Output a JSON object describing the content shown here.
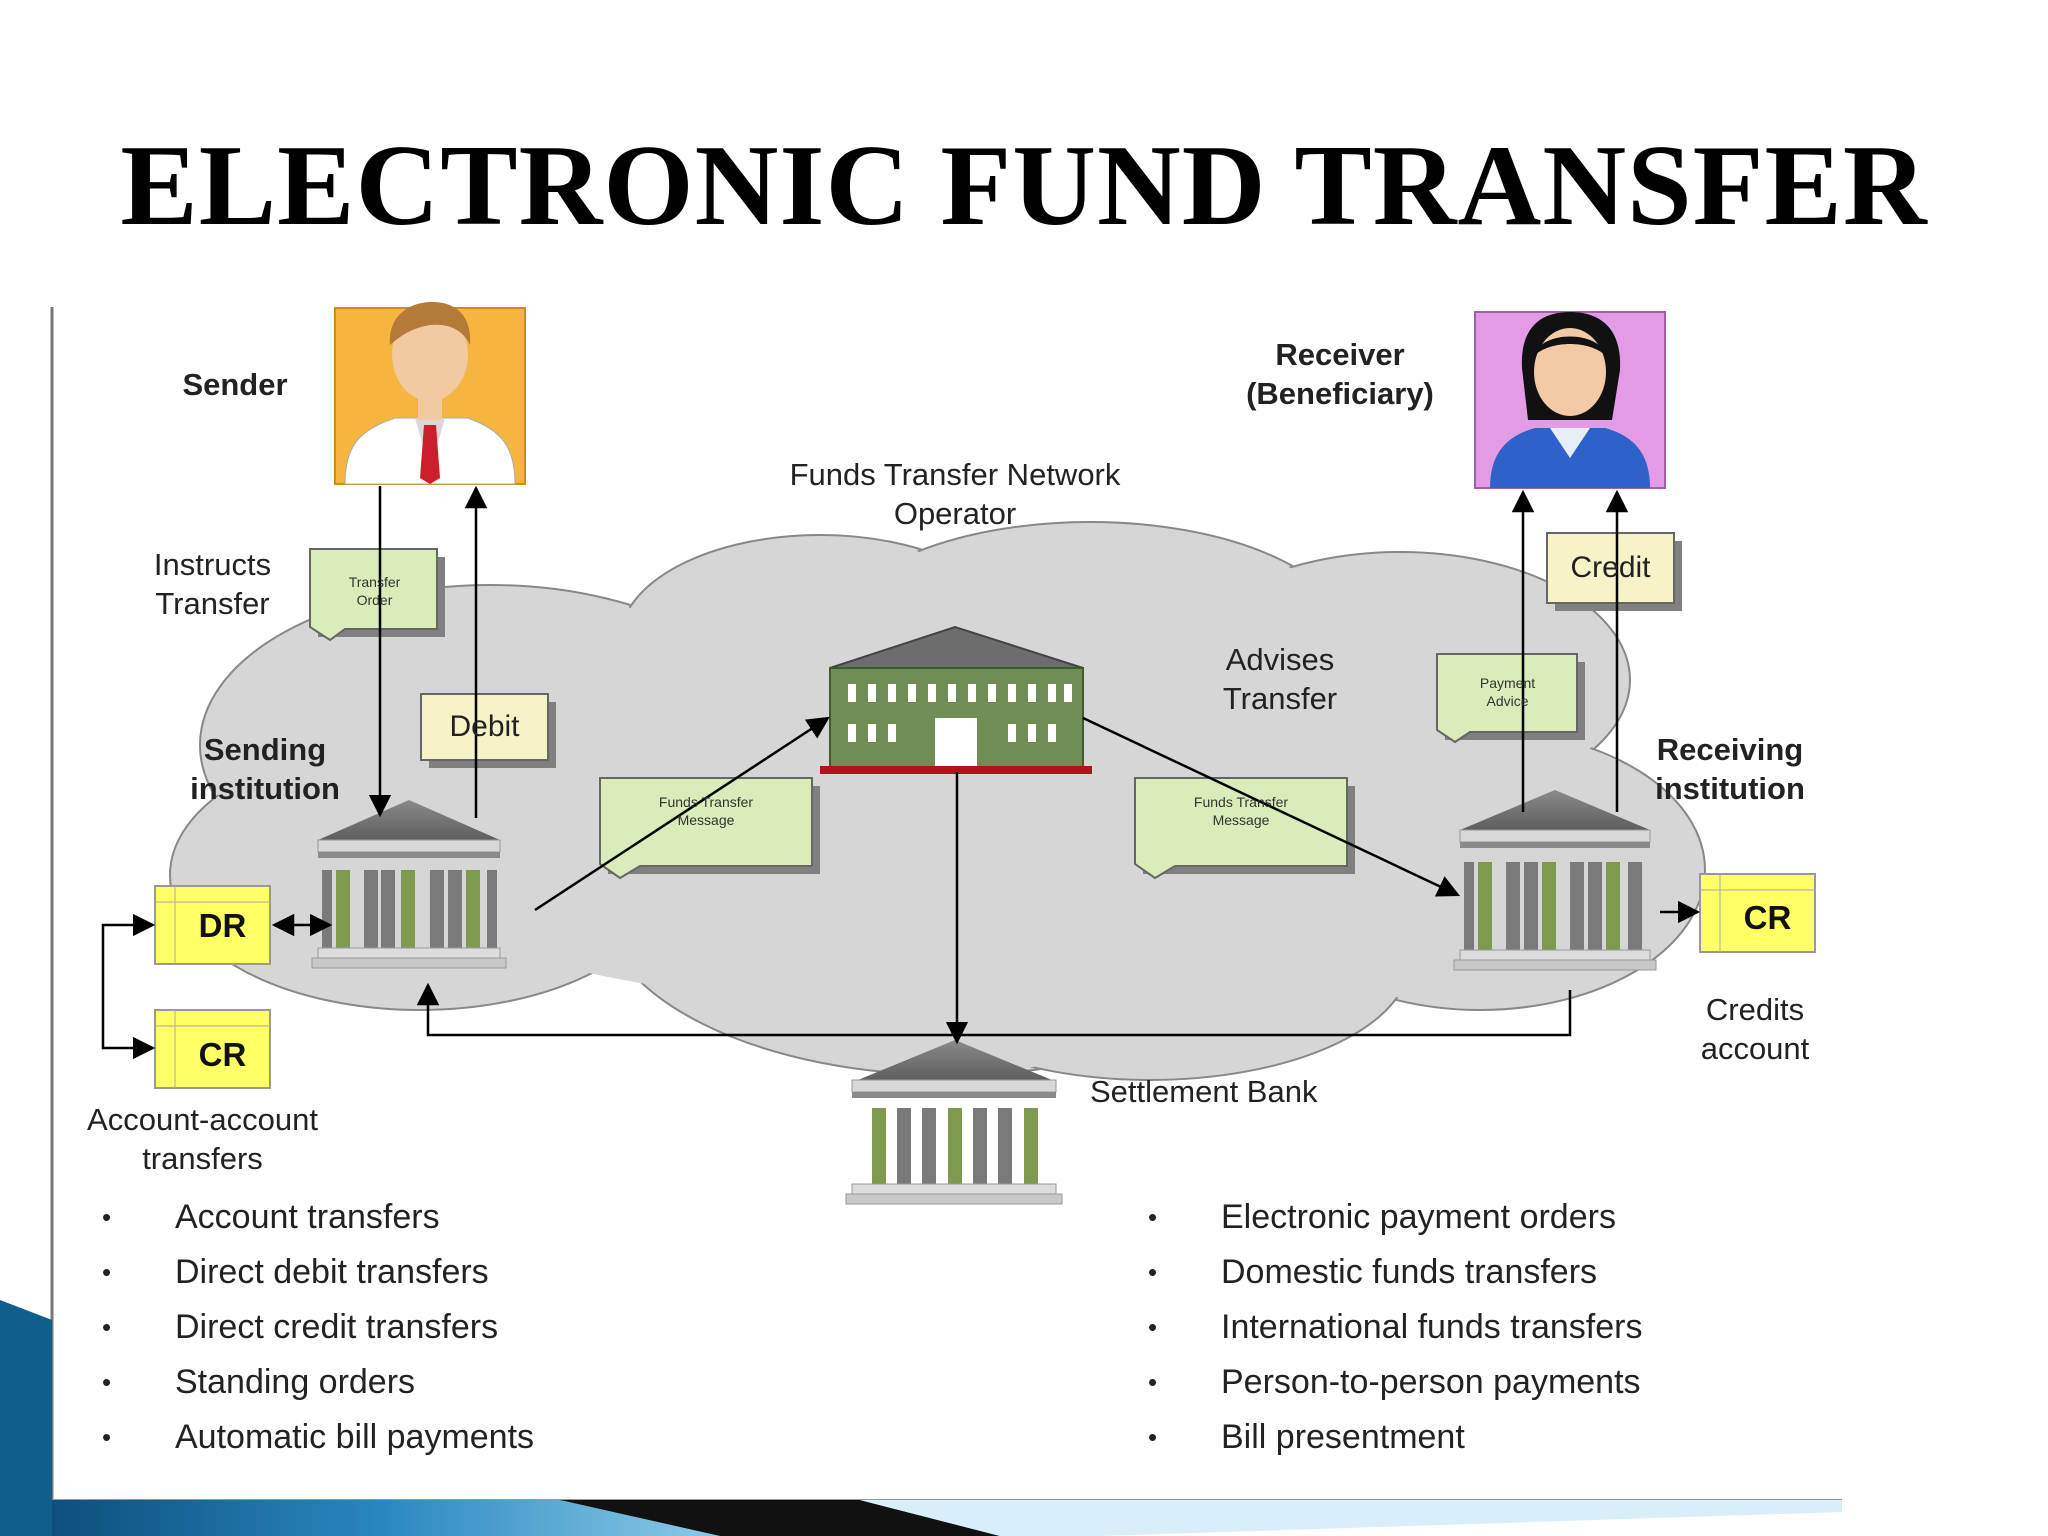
{
  "title": "ELECTRONIC FUND TRANSFER",
  "diagram": {
    "sender": "Sender",
    "receiver_line1": "Receiver",
    "receiver_line2": "(Beneficiary)",
    "network_operator_line1": "Funds Transfer Network",
    "network_operator_line2": "Operator",
    "instructs_line1": "Instructs",
    "instructs_line2": "Transfer",
    "transfer_order_line1": "Transfer",
    "transfer_order_line2": "Order",
    "debit": "Debit",
    "credit": "Credit",
    "advises_line1": "Advises",
    "advises_line2": "Transfer",
    "payment_advice_line1": "Payment",
    "payment_advice_line2": "Advice",
    "sending_line1": "Sending",
    "sending_line2": "institution",
    "receiving_line1": "Receiving",
    "receiving_line2": "institution",
    "ftm_line1": "Funds Transfer",
    "ftm_line2": "Message",
    "dr": "DR",
    "cr": "CR",
    "credits_line1": "Credits",
    "credits_line2": "account",
    "settlement_bank": "Settlement Bank",
    "acct_transfers_line1": "Account-account",
    "acct_transfers_line2": "transfers"
  },
  "bullets_left": [
    "Account transfers",
    "Direct debit transfers",
    "Direct credit transfers",
    "Standing orders",
    "Automatic bill payments"
  ],
  "bullets_right": [
    "Electronic payment orders",
    "Domestic funds transfers",
    "International funds transfers",
    "Person-to-person payments",
    "Bill presentment"
  ],
  "colors": {
    "note_fill": "#d9ecb9",
    "account_box": "#ffff66",
    "cloud": "#d6d6d6",
    "sender_bg": "#f5b53f",
    "receiver_bg": "#e49be6",
    "slide_accent": "#0f5e8c"
  }
}
